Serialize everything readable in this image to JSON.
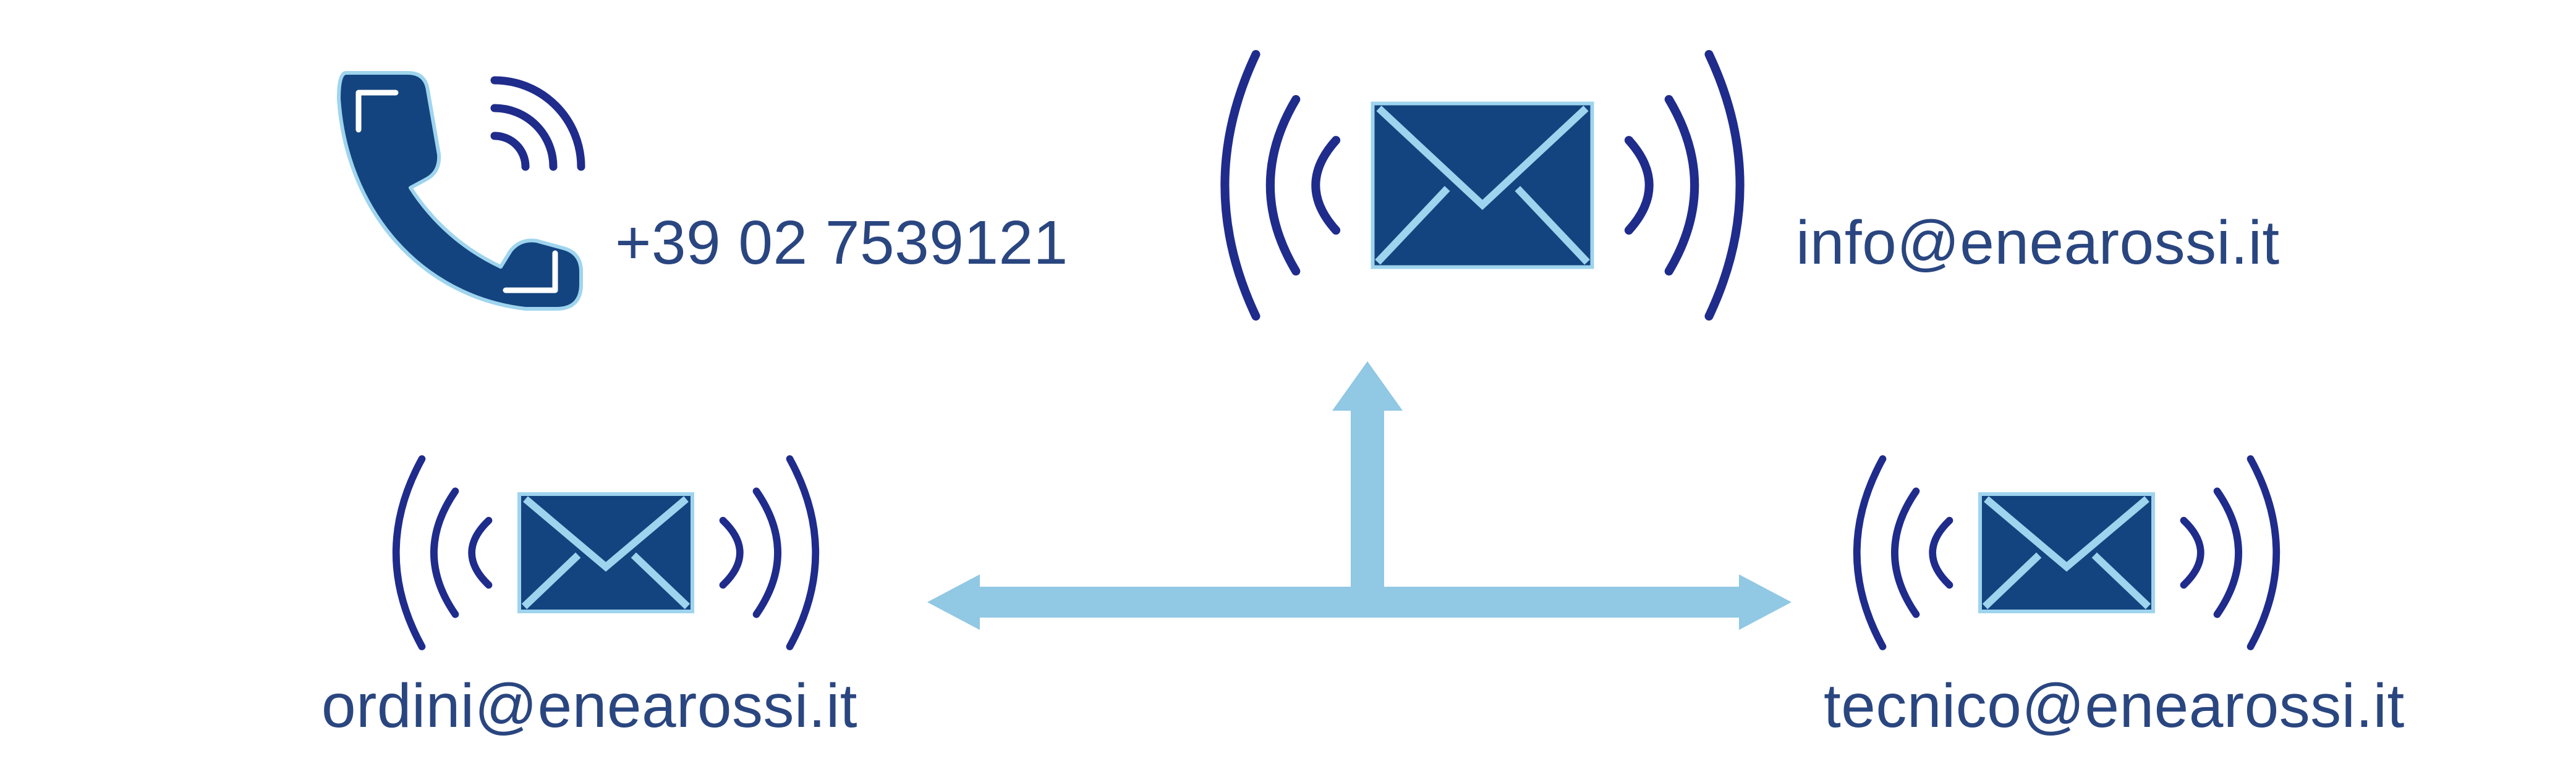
{
  "colors": {
    "background": "#ffffff",
    "icon_fill": "#14447f",
    "icon_outline": "#9fd4ee",
    "wave": "#1f2c8c",
    "arrow": "#91c8e4",
    "text": "#2a4680"
  },
  "contacts": {
    "phone": {
      "icon": "phone-icon",
      "label": "+39 02 7539121"
    },
    "info": {
      "icon": "envelope-icon",
      "label": "info@enearossi.it"
    },
    "ordini": {
      "icon": "envelope-icon",
      "label": "ordini@enearossi.it"
    },
    "tecnico": {
      "icon": "envelope-icon",
      "label": "tecnico@enearossi.it"
    }
  },
  "connector": {
    "icon": "three-way-arrow-icon"
  }
}
